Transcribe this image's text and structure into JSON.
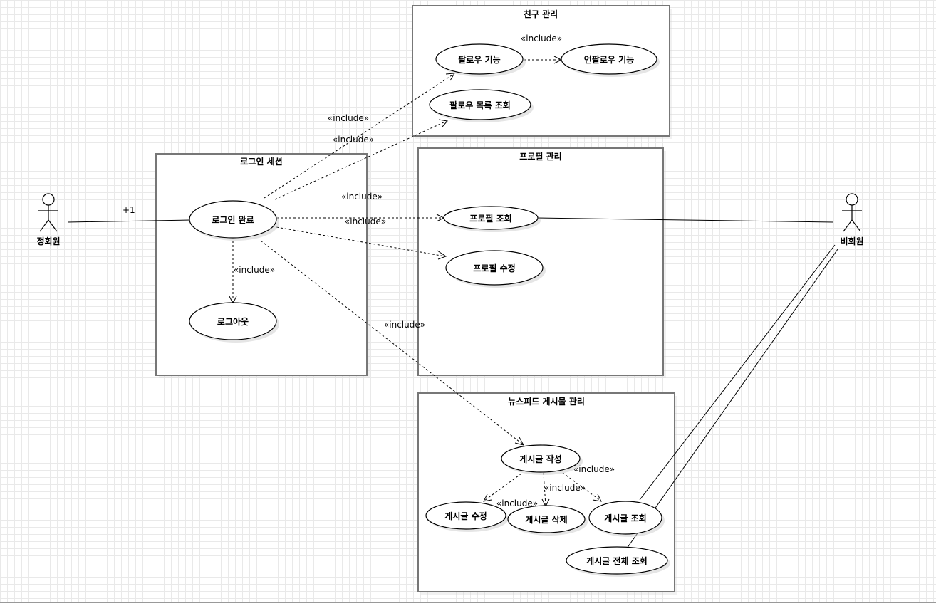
{
  "diagram": {
    "type": "uml-use-case",
    "systems": {
      "friend": "친구 관리",
      "login": "로그인 세션",
      "profile": "프로필 관리",
      "feed": "뉴스피드 게시물 관리"
    },
    "use_cases": {
      "follow": "팔로우 기능",
      "unfollow": "언팔로우 기능",
      "follow_list": "팔로우 목록 조회",
      "login_done": "로그인 완료",
      "logout": "로그아웃",
      "profile_view": "프로필 조회",
      "profile_edit": "프로필 수정",
      "post_write": "게시글 작성",
      "post_edit": "게시글 수정",
      "post_delete": "게시글 삭제",
      "post_view": "게시글 조회",
      "post_view_all": "게시글 전체 조회"
    },
    "actors": {
      "member": "정회원",
      "non_member": "비회원"
    },
    "labels": {
      "multiplicity": "+1",
      "include": "«include»"
    },
    "relationships": [
      {
        "from": "follow",
        "to": "unfollow",
        "type": "include"
      },
      {
        "from": "login_done",
        "to": "follow",
        "type": "include"
      },
      {
        "from": "login_done",
        "to": "follow_list",
        "type": "include"
      },
      {
        "from": "login_done",
        "to": "profile_view",
        "type": "include"
      },
      {
        "from": "login_done",
        "to": "profile_edit",
        "type": "include"
      },
      {
        "from": "login_done",
        "to": "logout",
        "type": "include"
      },
      {
        "from": "login_done",
        "to": "post_write",
        "type": "include"
      },
      {
        "from": "post_write",
        "to": "post_edit",
        "type": "include"
      },
      {
        "from": "post_write",
        "to": "post_delete",
        "type": "include"
      },
      {
        "from": "post_write",
        "to": "post_view",
        "type": "include"
      },
      {
        "from": "member",
        "to": "login_done",
        "type": "association"
      },
      {
        "from": "non_member",
        "to": "profile_view",
        "type": "association"
      },
      {
        "from": "non_member",
        "to": "post_view",
        "type": "association"
      },
      {
        "from": "non_member",
        "to": "post_view_all",
        "type": "association"
      }
    ]
  }
}
